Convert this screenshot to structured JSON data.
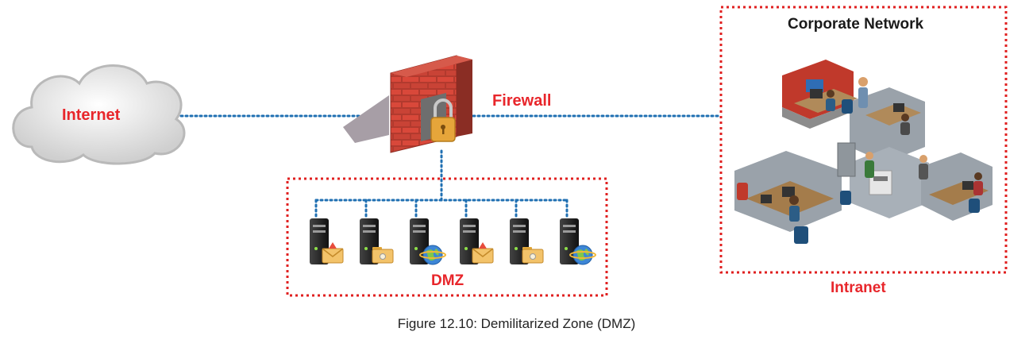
{
  "labels": {
    "internet": "Internet",
    "firewall": "Firewall",
    "dmz": "DMZ",
    "intranet": "Intranet",
    "corporate_network": "Corporate Network"
  },
  "caption": "Figure 12.10: Demilitarized Zone (DMZ)",
  "dmz_servers": [
    {
      "badge": "mail-icon"
    },
    {
      "badge": "folder-icon"
    },
    {
      "badge": "globe-icon"
    },
    {
      "badge": "mail-icon"
    },
    {
      "badge": "folder-icon"
    },
    {
      "badge": "globe-icon"
    }
  ],
  "colors": {
    "label_red": "#e8262b",
    "dotted_line_blue": "#1f6fb2",
    "zone_border_red": "#e02020",
    "brick": "#c0392b",
    "lock_gold": "#e0a030",
    "server_body": "#2b2b2b"
  }
}
